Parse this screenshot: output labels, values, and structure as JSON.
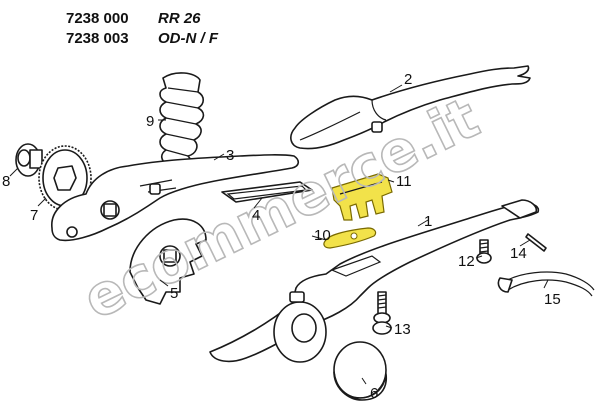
{
  "header": {
    "rows": [
      {
        "code": "7238 000",
        "model": "RR 26"
      },
      {
        "code": "7238 003",
        "model": "OD-N / F"
      }
    ]
  },
  "watermark": "ecommerce.it",
  "callouts": [
    "1",
    "2",
    "3",
    "4",
    "5",
    "6",
    "7",
    "8",
    "9",
    "10",
    "11",
    "12",
    "13",
    "14",
    "15"
  ],
  "colors": {
    "highlight": "#f2e24a",
    "line": "#1a1a1a",
    "watermark": "#b8b8b8"
  }
}
